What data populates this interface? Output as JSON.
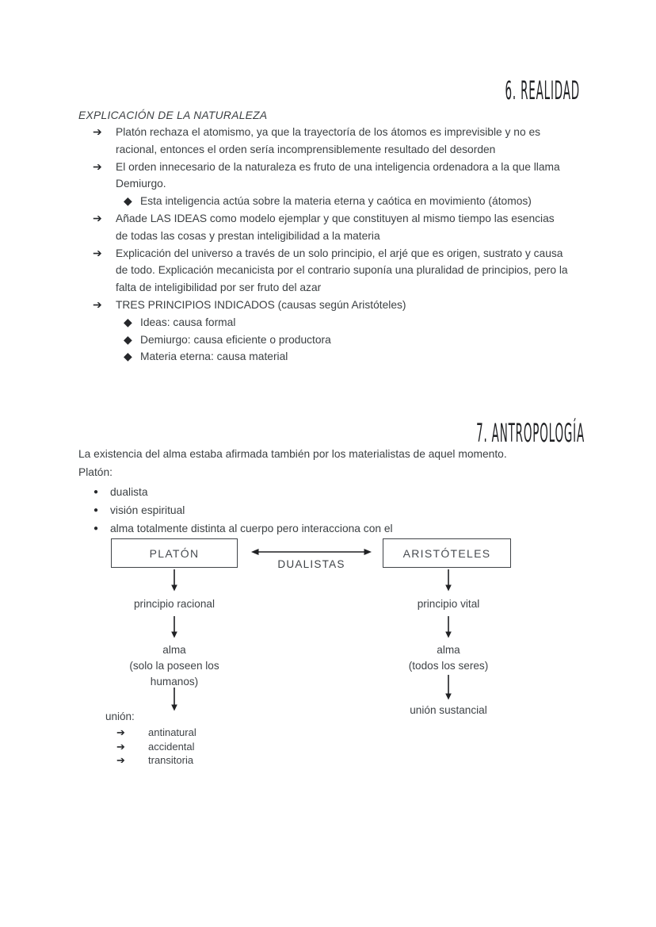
{
  "icons": {
    "arrow_bullet": "➔",
    "diamond_bullet": "◆",
    "dot_bullet": "●"
  },
  "colors": {
    "text": "#3c4043",
    "heading": "#202124",
    "diagram_line": "#202124"
  },
  "realidad": {
    "heading": "6. REALIDAD",
    "subheading": "EXPLICACIÓN DE LA NATURALEZA",
    "bullets": [
      {
        "text": "Platón rechaza el atomismo, ya que la trayectoría de los átomos es imprevisible y no es\nracional, entonces el orden sería incomprensiblemente resultado del desorden"
      },
      {
        "text": "El orden innecesario de la naturaleza es fruto de una inteligencia ordenadora a la que llama\nDemiurgo.",
        "subitems": [
          "Esta inteligencia actúa sobre la materia eterna y caótica en movimiento (átomos)"
        ]
      },
      {
        "text": "Añade LAS IDEAS como modelo ejemplar y que constituyen al mismo tiempo las esencias\nde todas las cosas y prestan inteligibilidad a la materia"
      },
      {
        "text": "Explicación del universo a través de un solo principio, el arjé que es origen, sustrato y causa\nde todo. Explicación mecanicista por el contrario suponía una pluralidad de principios, pero la\nfalta de inteligibilidad por ser fruto del azar"
      },
      {
        "text": "TRES PRINCIPIOS INDICADOS (causas según Aristóteles)",
        "subitems": [
          "Ideas: causa formal",
          "Demiurgo: causa eficiente o productora",
          "Materia eterna: causa material"
        ]
      }
    ]
  },
  "antropologia": {
    "heading": "7. ANTROPOLOGÍA",
    "intro": "La existencia del alma estaba afirmada también por los materialistas de aquel momento.",
    "platon_label": "Platón:",
    "platon_points": [
      "dualista",
      "visión espiritual",
      "alma totalmente distinta al cuerpo pero interacciona con el"
    ]
  },
  "diagram": {
    "platon_box": "PLATÓN",
    "aristoteles_box": "ARISTÓTELES",
    "dualistas_label": "DUALISTAS",
    "left": {
      "step1": "principio racional",
      "alma_block": "alma\n(solo la poseen los\nhumanos)",
      "union_label": "unión:",
      "union_items": [
        "antinatural",
        "accidental",
        "transitoria"
      ]
    },
    "right": {
      "step1": "principio vital",
      "alma_block": "alma\n(todos los seres)",
      "union_final": "unión sustancial"
    }
  }
}
